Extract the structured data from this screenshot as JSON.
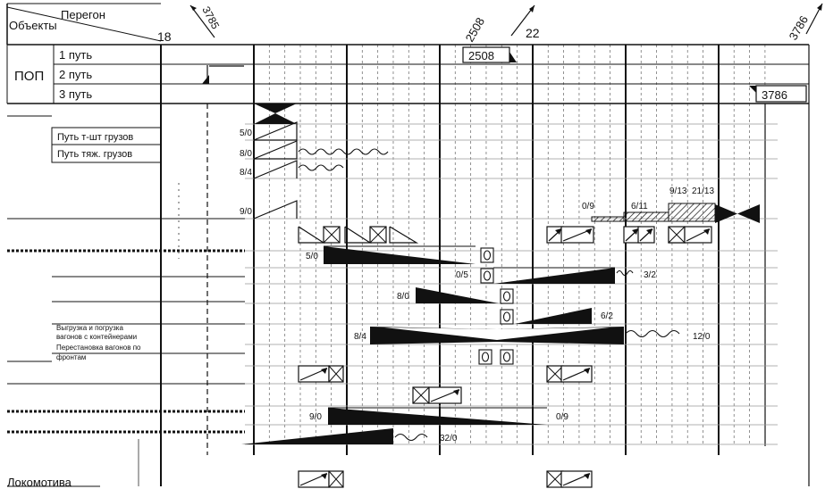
{
  "header": {
    "objects_label": "Объекты",
    "section_label": "Перегон",
    "num_18": "18",
    "train_3785": "3785",
    "train_2508_top": "2508",
    "num_22": "22",
    "train_3786_top": "3786"
  },
  "pop": {
    "label": "ПОП",
    "tracks": [
      "1 путь",
      "2 путь",
      "3 путь"
    ],
    "box_2508": "2508",
    "box_3786": "3786"
  },
  "rows": {
    "heavy1": "Путь т-шт грузов",
    "heavy2": "Путь тяж. грузов",
    "unload1": "Выгрузка и погрузка",
    "unload2": "вагонов с контейнерами",
    "reposition1": "Перестановка вагонов по",
    "reposition2": "фронтам",
    "locomotive": "Локомотива"
  },
  "ops": {
    "r1": "5/0",
    "r2": "8/0",
    "r3": "8/4",
    "r4": "9/0",
    "t09": "0/9",
    "t611": "6/11",
    "t913": "9/13",
    "t2113": "21/13",
    "w50": "5/0",
    "w05": "0/5",
    "w32": "3/2",
    "w80": "8/0",
    "w62": "6/2",
    "w84": "8/4",
    "w120": "12/0",
    "w90": "9/0",
    "w09b": "0/9",
    "w320": "32/0"
  }
}
